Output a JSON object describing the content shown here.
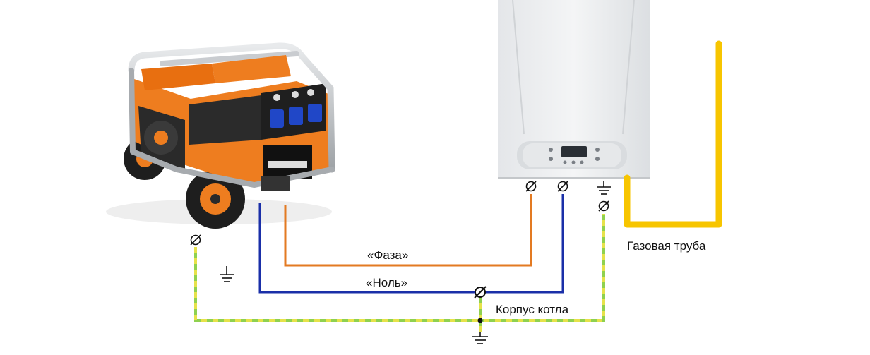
{
  "labels": {
    "phase": "«Фаза»",
    "neutral": "«Ноль»",
    "boiler_body": "Корпус котла",
    "gas_pipe": "Газовая труба"
  },
  "colors": {
    "phase_wire": "#e37a22",
    "neutral_wire": "#1a2fa8",
    "ground_wire_green": "#8fd14f",
    "ground_wire_yellow": "#e6e24a",
    "gas_pipe": "#f7c500",
    "generator_frame": "#b9bcc0",
    "generator_body": "#ee7d1f",
    "boiler_body": "#eceef0"
  },
  "icons": [
    "terminal-icon",
    "ground-icon",
    "generator-icon",
    "boiler-icon",
    "socket-icon",
    "wheel-icon",
    "display-icon"
  ]
}
